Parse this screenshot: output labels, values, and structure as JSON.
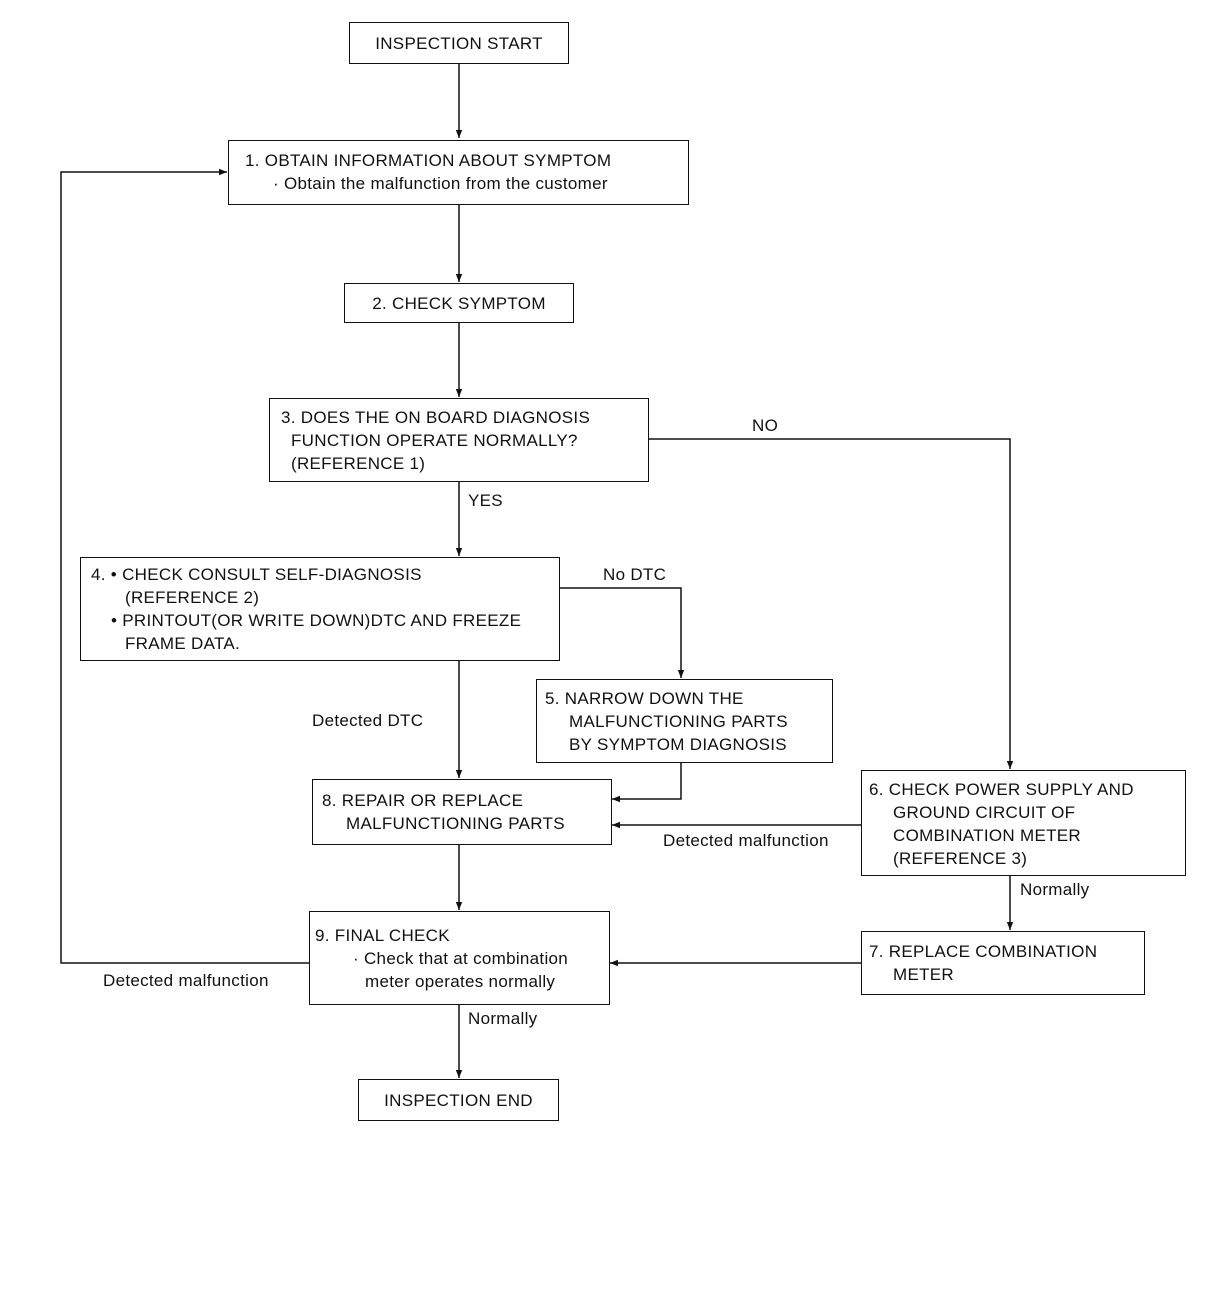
{
  "nodes": {
    "start": {
      "label": "INSPECTION START"
    },
    "step1": {
      "title": "1. OBTAIN INFORMATION ABOUT SYMPTOM",
      "bullet": "· Obtain the malfunction from the customer"
    },
    "step2": {
      "title": "2. CHECK SYMPTOM"
    },
    "step3": {
      "line1": "3. DOES THE ON BOARD DIAGNOSIS",
      "line2": "FUNCTION OPERATE NORMALLY?",
      "line3": "(REFERENCE 1)"
    },
    "step4": {
      "line1": "4. • CHECK CONSULT SELF-DIAGNOSIS",
      "line2": "(REFERENCE 2)",
      "line3": "• PRINTOUT(OR WRITE DOWN)DTC AND FREEZE",
      "line4": "FRAME DATA."
    },
    "step5": {
      "line1": "5. NARROW DOWN THE",
      "line2": "MALFUNCTIONING PARTS",
      "line3": "BY SYMPTOM DIAGNOSIS"
    },
    "step6": {
      "line1": "6. CHECK POWER SUPPLY AND",
      "line2": "GROUND CIRCUIT OF",
      "line3": "COMBINATION METER",
      "line4": "(REFERENCE 3)"
    },
    "step7": {
      "line1": "7. REPLACE COMBINATION",
      "line2": "METER"
    },
    "step8": {
      "line1": "8. REPAIR OR REPLACE",
      "line2": "MALFUNCTIONING PARTS"
    },
    "step9": {
      "title": "9. FINAL CHECK",
      "bullet1": "· Check that at combination",
      "bullet2": "meter operates normally"
    },
    "end": {
      "label": "INSPECTION END"
    }
  },
  "edge_labels": {
    "no": "NO",
    "yes": "YES",
    "no_dtc": "No DTC",
    "detected_dtc": "Detected DTC",
    "detected_malfunction_6": "Detected malfunction",
    "normally_6": "Normally",
    "detected_malfunction_9": "Detected malfunction",
    "normally_9": "Normally"
  },
  "colors": {
    "line": "#111111",
    "background": "#ffffff"
  }
}
